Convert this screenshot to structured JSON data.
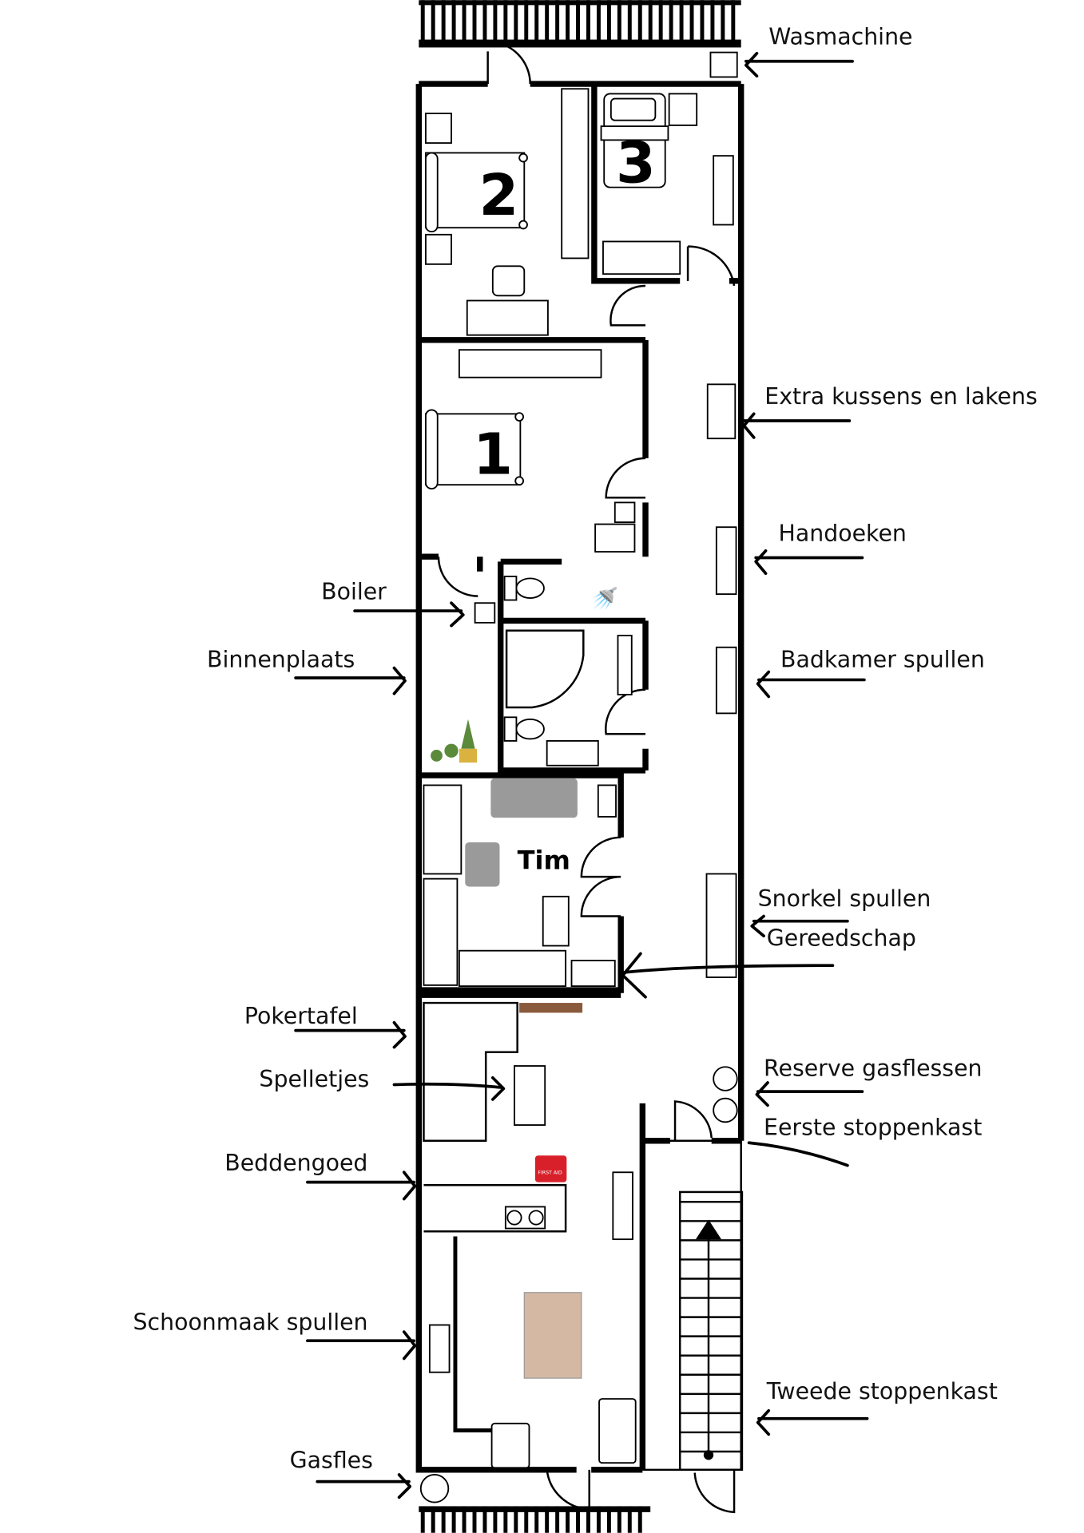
{
  "rooms": {
    "bedroom_1": "1",
    "bedroom_2": "2",
    "bedroom_3": "3",
    "tim_room": "Tim",
    "first_aid_kit": "FIRST AID"
  },
  "labels": {
    "wasmachine": "Wasmachine",
    "extra_kussens": "Extra kussens en lakens",
    "handoeken": "Handoeken",
    "boiler": "Boiler",
    "binnenplaats": "Binnenplaats",
    "badkamer_spullen": "Badkamer spullen",
    "snorkel_spullen": "Snorkel spullen",
    "gereedschap": "Gereedschap",
    "pokertafel": "Pokertafel",
    "spelletjes": "Spelletjes",
    "reserve_gasflessen": "Reserve gasflessen",
    "eerste_stoppenkast": "Eerste stoppenkast",
    "beddengoed": "Beddengoed",
    "schoonmaak_spullen": "Schoonmaak spullen",
    "tweede_stoppenkast": "Tweede stoppenkast",
    "gasfles": "Gasfles"
  },
  "colors": {
    "wall": "#000000",
    "table": "#d4b8a4",
    "sofa": "#9a9a9a",
    "first_aid": "#d8202a",
    "bench": "#8a5a3c",
    "plant": "#5b8a3a"
  }
}
